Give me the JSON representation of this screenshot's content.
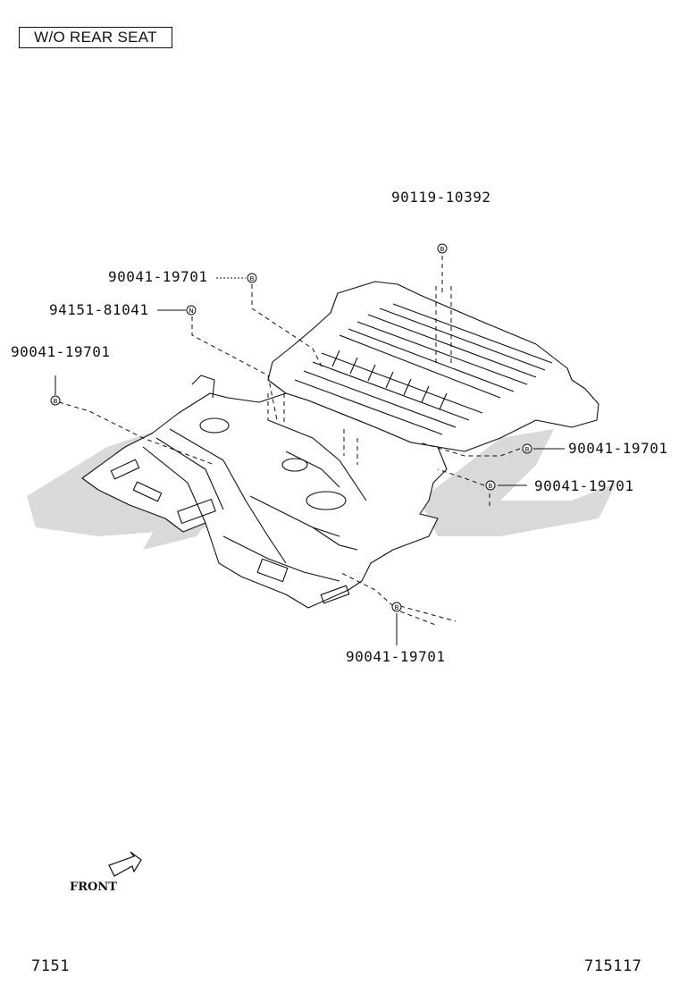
{
  "diagram": {
    "title_box": "W/O REAR SEAT",
    "callouts": [
      {
        "id": "c1",
        "part_number": "90119-10392",
        "fastener": "B"
      },
      {
        "id": "c2",
        "part_number": "90041-19701",
        "fastener": "B"
      },
      {
        "id": "c3",
        "part_number": "94151-81041",
        "fastener": "N"
      },
      {
        "id": "c4",
        "part_number": "90041-19701",
        "fastener": "B"
      },
      {
        "id": "c5",
        "part_number": "90041-19701",
        "fastener": "B"
      },
      {
        "id": "c6",
        "part_number": "90041-19701",
        "fastener": "B"
      },
      {
        "id": "c7",
        "part_number": "90041-19701",
        "fastener": "B"
      }
    ],
    "direction_label": "FRONT",
    "footer_left": "7151",
    "footer_right": "715117"
  },
  "colors": {
    "ink": "#111111",
    "watermark": "#d3d3d3"
  }
}
